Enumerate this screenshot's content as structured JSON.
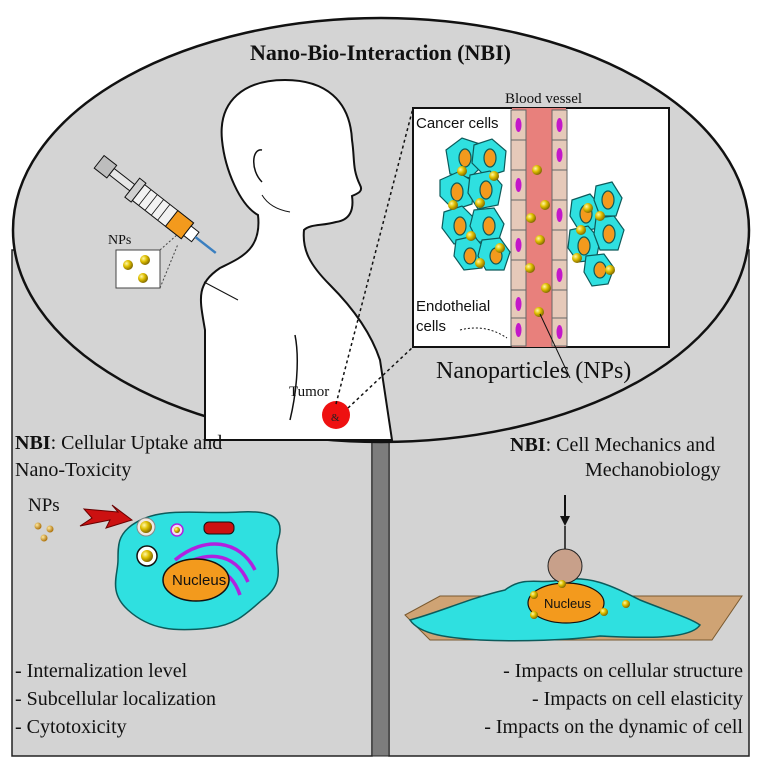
{
  "title": "Nano-Bio-Interaction (NBI)",
  "top_panel": {
    "blood_vessel": "Blood vessel",
    "cancer_cells": "Cancer cells",
    "endothelial_line1": "Endothelial",
    "endothelial_line2": "cells",
    "nanoparticles": "Nanoparticles (NPs)",
    "tumor": "Tumor",
    "nps": "NPs"
  },
  "left_panel": {
    "title_bold": "NBI",
    "title_rest": ": Cellular Uptake and",
    "title_line2": "Nano-Toxicity",
    "nps": "NPs",
    "nucleus": "Nucleus",
    "bullets": [
      "- Internalization level",
      "- Subcellular localization",
      "- Cytotoxicity"
    ]
  },
  "right_panel": {
    "title_bold": "NBI",
    "title_rest": ": Cell Mechanics and",
    "title_line2": "Mechanobiology",
    "nucleus": "Nucleus",
    "bullets": [
      "- Impacts on cellular structure",
      "- Impacts on cell elasticity",
      "- Impacts on the dynamic of cell"
    ]
  },
  "colors": {
    "panel_gray": "#d3d3d3",
    "ellipse_fill": "#d4d4d4",
    "cyan_cell": "#2fe0e0",
    "nucleus_orange": "#f39a1d",
    "vessel_red": "#e8807c",
    "tumor_red": "#ee1111",
    "gold": "#d6b200"
  }
}
